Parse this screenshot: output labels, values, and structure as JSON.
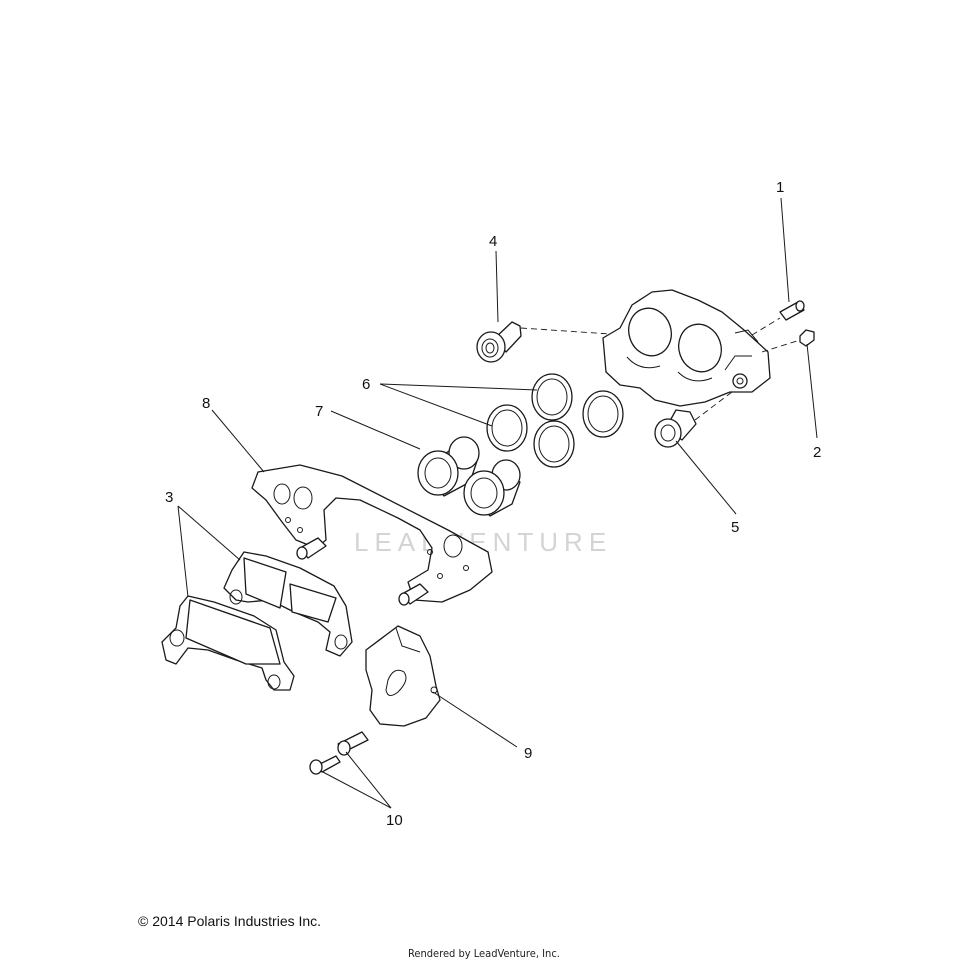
{
  "diagram": {
    "callouts": [
      "1",
      "2",
      "3",
      "4",
      "5",
      "6",
      "7",
      "8",
      "9",
      "10"
    ],
    "watermark": "LEADVENTURE"
  },
  "footer": {
    "copyright": "© 2014 Polaris Industries Inc.",
    "rendered_by": "Rendered by LeadVenture, Inc."
  }
}
